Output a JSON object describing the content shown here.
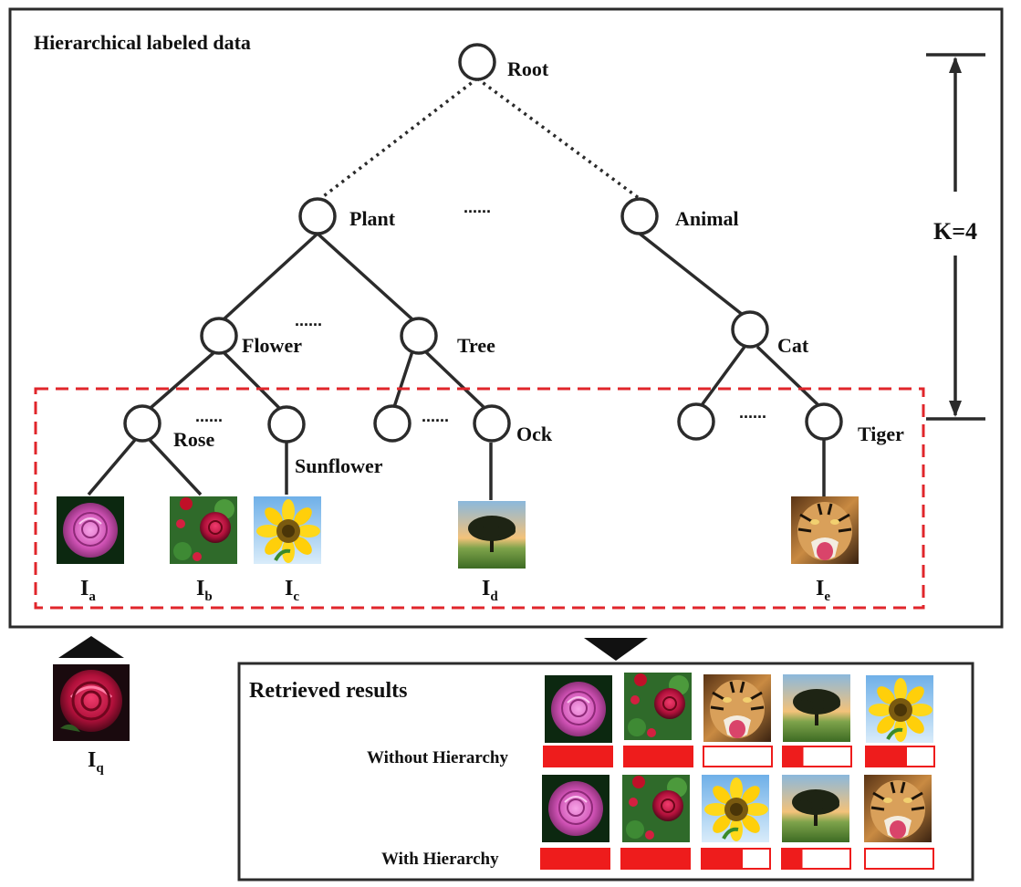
{
  "title": "Hierarchical labeled data",
  "depth_label": "K=4",
  "tree": {
    "root": "Root",
    "level1": [
      "Plant",
      "Animal"
    ],
    "level2": [
      "Flower",
      "Tree",
      "Cat"
    ],
    "level3": [
      "Rose",
      "Sunflower",
      "Ock",
      "Tiger"
    ],
    "ellipsis": "......"
  },
  "images": [
    {
      "id": "a",
      "letter": "I",
      "sub": "a",
      "subject": "pink rose"
    },
    {
      "id": "b",
      "letter": "I",
      "sub": "b",
      "subject": "red rose bush"
    },
    {
      "id": "c",
      "letter": "I",
      "sub": "c",
      "subject": "sunflower"
    },
    {
      "id": "d",
      "letter": "I",
      "sub": "d",
      "subject": "tree"
    },
    {
      "id": "e",
      "letter": "I",
      "sub": "e",
      "subject": "tiger"
    }
  ],
  "query": {
    "letter": "I",
    "sub": "q",
    "subject": "red rose"
  },
  "results": {
    "title": "Retrieved results",
    "rows": [
      {
        "label": "Without Hierarchy",
        "items": [
          "pink rose",
          "red rose bush",
          "tiger",
          "tree",
          "sunflower"
        ],
        "relevance": [
          1.0,
          1.0,
          0.0,
          0.3,
          0.6
        ]
      },
      {
        "label": "With Hierarchy",
        "items": [
          "pink rose",
          "red rose bush",
          "sunflower",
          "tree",
          "tiger"
        ],
        "relevance": [
          1.0,
          1.0,
          0.6,
          0.3,
          0.0
        ]
      }
    ]
  },
  "colors": {
    "line": "#2b2b2b",
    "highlight_box": "#e0262b",
    "bar_fill": "#ee1c1c"
  }
}
